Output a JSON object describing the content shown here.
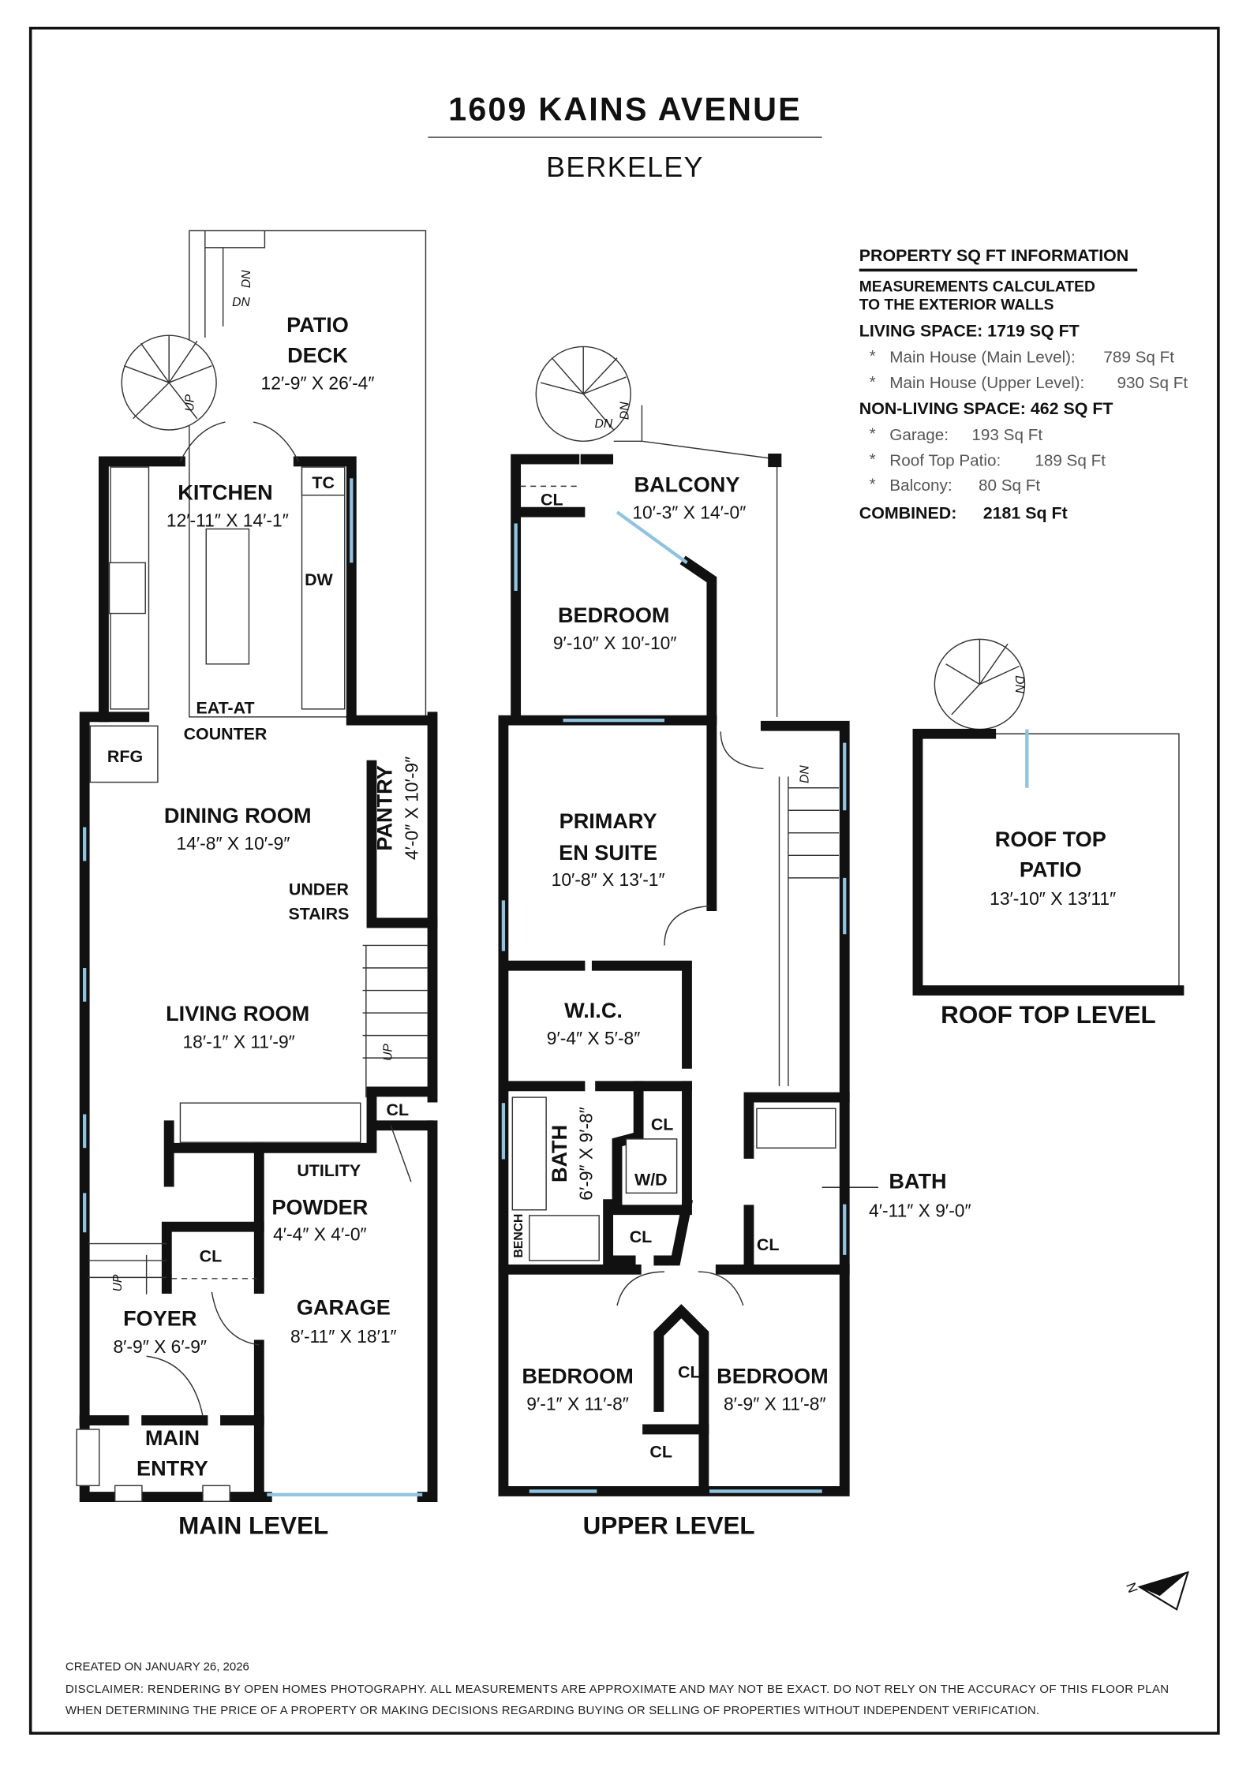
{
  "header": {
    "title": "1609 KAINS AVENUE",
    "subtitle": "BERKELEY"
  },
  "info": {
    "heading": "PROPERTY SQ FT INFORMATION",
    "note_line1": "MEASUREMENTS CALCULATED",
    "note_line2": "TO THE EXTERIOR WALLS",
    "living": "LIVING SPACE: 1719 SQ FT",
    "living_items": [
      {
        "label": "Main House (Main Level):",
        "value": "789 Sq Ft"
      },
      {
        "label": "Main House (Upper Level):",
        "value": "930 Sq Ft"
      }
    ],
    "non_living": "NON-LIVING SPACE: 462 SQ FT",
    "non_living_items": [
      {
        "label": "Garage:",
        "value": "193 Sq Ft"
      },
      {
        "label": "Roof Top Patio:",
        "value": "189 Sq Ft"
      },
      {
        "label": "Balcony:",
        "value": "80 Sq Ft"
      }
    ],
    "bullet": "*",
    "combined_label": "COMBINED:",
    "combined_value": "2181  Sq Ft"
  },
  "main_level": {
    "label": "MAIN LEVEL",
    "patio": {
      "l1": "PATIO",
      "l2": "DECK",
      "dim": "12′-9″ X 26′-4″"
    },
    "kitchen": {
      "name": "KITCHEN",
      "dim": "12′-11″ X 14′-1″"
    },
    "tc": "TC",
    "dw": "DW",
    "rfg": "RFG",
    "counter": {
      "l1": "EAT-AT",
      "l2": "COUNTER"
    },
    "dining": {
      "name": "DINING ROOM",
      "dim": "14′-8″ X 10′-9″"
    },
    "pantry": {
      "name": "PANTRY",
      "dim": "4′-0″ X 10′-9″"
    },
    "under_stairs": {
      "l1": "UNDER",
      "l2": "STAIRS"
    },
    "living": {
      "name": "LIVING ROOM",
      "dim": "18′-1″ X 11′-9″"
    },
    "closet1": "CL",
    "utility": "UTILITY",
    "powder": {
      "name": "POWDER",
      "dim": "4′-4″ X 4′-0″"
    },
    "closet2": "CL",
    "foyer": {
      "name": "FOYER",
      "dim": "8′-9″ X 6′-9″"
    },
    "garage": {
      "name": "GARAGE",
      "dim": "8′-11″ X 18′1″"
    },
    "entry": {
      "l1": "MAIN",
      "l2": "ENTRY"
    },
    "up": "UP",
    "dn": "DN"
  },
  "upper_level": {
    "label": "UPPER LEVEL",
    "balcony": {
      "name": "BALCONY",
      "dim": "10′-3″ X 14′-0″"
    },
    "closet_a": "CL",
    "bedroom1": {
      "name": "BEDROOM",
      "dim": "9′-10″ X 10′-10″"
    },
    "primary": {
      "l1": "PRIMARY",
      "l2": "EN SUITE",
      "dim": "10′-8″ X 13′-1″"
    },
    "wic": {
      "name": "W.I.C.",
      "dim": "9′-4″ X 5′-8″"
    },
    "bath1": {
      "name": "BATH",
      "dim": "6′-9″ X 9′-8″"
    },
    "closet_b": "CL",
    "wd": "W/D",
    "closet_c": "CL",
    "bench": "BENCH",
    "bath2": {
      "name": "BATH",
      "dim": "4′-11″ X 9′-0″"
    },
    "closet_d": "CL",
    "bedroom2": {
      "name": "BEDROOM",
      "dim": "9′-1″ X 11′-8″"
    },
    "bedroom3": {
      "name": "BEDROOM",
      "dim": "8′-9″ X 11′-8″"
    },
    "closet_e": "CL",
    "closet_f": "CL",
    "dn": "DN"
  },
  "roof_level": {
    "label": "ROOF TOP LEVEL",
    "patio": {
      "l1": "ROOF TOP",
      "l2": "PATIO",
      "dim": "13′-10″ X 13′11″"
    },
    "dn": "DN"
  },
  "compass": {
    "label": "N"
  },
  "footer": {
    "created": "CREATED ON JANUARY 26, 2026",
    "disclaimer1": "DISCLAIMER: RENDERING BY OPEN HOMES PHOTOGRAPHY. ALL MEASUREMENTS ARE APPROXIMATE AND MAY NOT BE EXACT. DO NOT RELY ON THE ACCURACY OF THIS FLOOR PLAN",
    "disclaimer2": "WHEN DETERMINING THE PRICE OF A PROPERTY OR MAKING DECISIONS REGARDING BUYING OR SELLING OF PROPERTIES WITHOUT INDEPENDENT VERIFICATION."
  }
}
